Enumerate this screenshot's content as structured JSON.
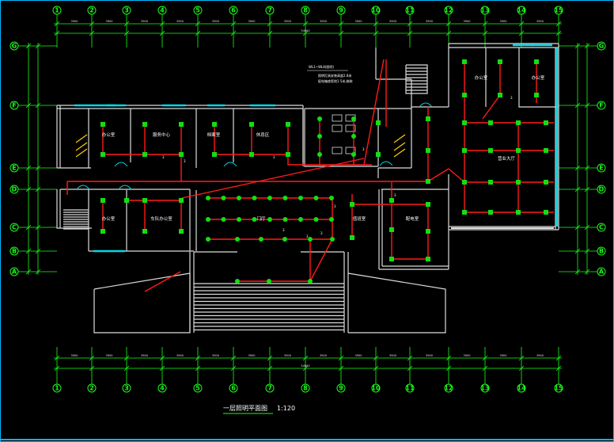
{
  "drawing": {
    "title": "一层照明平面图",
    "scale": "1:120",
    "colors": {
      "background": "#000000",
      "grid": "#19ff19",
      "wiring": "#ff1a1a",
      "walls": "#dcdcdc",
      "fixture": "#10e010",
      "glazing": "#00d8e8"
    }
  },
  "axes": {
    "numbers": [
      "1",
      "2",
      "3",
      "4",
      "5",
      "6",
      "7",
      "8",
      "9",
      "10",
      "11",
      "12",
      "13",
      "14",
      "15"
    ],
    "letters": [
      "G",
      "F",
      "E",
      "D",
      "C",
      "B",
      "A"
    ],
    "top_dims": [
      "3900",
      "3900",
      "3900",
      "3900",
      "3900",
      "3900",
      "3900",
      "3900",
      "3900",
      "3900",
      "3900",
      "3900",
      "3900",
      "3900"
    ],
    "top_total": "54600",
    "bottom_dims": [
      "3900",
      "3900",
      "3900",
      "3900",
      "3900",
      "3900",
      "3900",
      "3900",
      "3900",
      "3900",
      "3900",
      "3900",
      "3900",
      "3900"
    ],
    "bottom_total": "54600"
  },
  "rooms": [
    {
      "id": "r1",
      "label": "办公室"
    },
    {
      "id": "r2",
      "label": "服务中心"
    },
    {
      "id": "r3",
      "label": "档案室"
    },
    {
      "id": "r4",
      "label": "休息区"
    },
    {
      "id": "r5",
      "label": "办公室"
    },
    {
      "id": "r6",
      "label": "车队办公室"
    },
    {
      "id": "r7",
      "label": "门厅"
    },
    {
      "id": "r8",
      "label": "值班室"
    },
    {
      "id": "r9",
      "label": "配电室"
    },
    {
      "id": "r10",
      "label": "办公室"
    },
    {
      "id": "r11",
      "label": "办公室"
    },
    {
      "id": "r12",
      "label": "营业大厅"
    }
  ],
  "notes": [
    "WL1~WL8(照明)",
    "照明灯具安装高度2.8米",
    "配电箱底距地1.5米,暗装"
  ],
  "circuit_mark": "3"
}
